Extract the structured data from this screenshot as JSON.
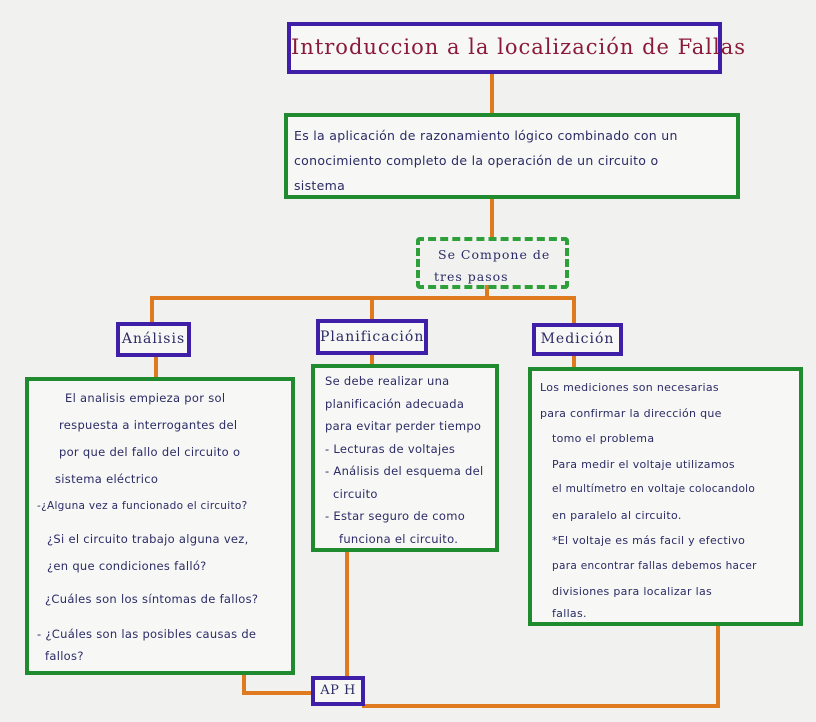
{
  "title": "Introduccion a la localización de Fallas",
  "definition": [
    "Es la aplicación de razonamiento lógico combinado con un",
    "conocimiento completo de la operación de un circuito o",
    "sistema"
  ],
  "connector": [
    "Se Compone de",
    "tres pasos"
  ],
  "steps": [
    {
      "name": "Análisis",
      "lines": [
        "El analisis empieza por sol",
        "respuesta a interrogantes del",
        "por que del fallo del circuito o",
        "sistema eléctrico",
        "-¿Alguna vez a funcionado el circuito?",
        "¿Si el circuito trabajo alguna vez,",
        "¿en que condiciones falló?",
        "¿Cuáles son los síntomas de fallos?",
        "- ¿Cuáles son las posibles causas de",
        "fallos?"
      ]
    },
    {
      "name": "Planificación",
      "lines": [
        "Se debe realizar una",
        "planificación adecuada",
        "para evitar perder tiempo",
        "- Lecturas de voltajes",
        "- Análisis del esquema del",
        "circuito",
        "- Estar seguro de como",
        "funciona el circuito."
      ]
    },
    {
      "name": "Medición",
      "lines": [
        "Los mediciones son necesarias",
        "para confirmar la dirección que",
        "tomo el problema",
        "Para medir el voltaje utilizamos",
        "el multímetro en voltaje colocandolo",
        "en paralelo al circuito.",
        "*El voltaje es más facil y efectivo",
        "para encontrar fallas debemos hacer",
        "divisiones para localizar las",
        "fallas."
      ]
    }
  ],
  "bottom_label": "AP H",
  "colors": {
    "title_border": "#3f1fa8",
    "title_text": "#8a1a38",
    "box_border": "#1f8a2e",
    "connector": "#e07a1f",
    "ink": "#2b2b66"
  }
}
